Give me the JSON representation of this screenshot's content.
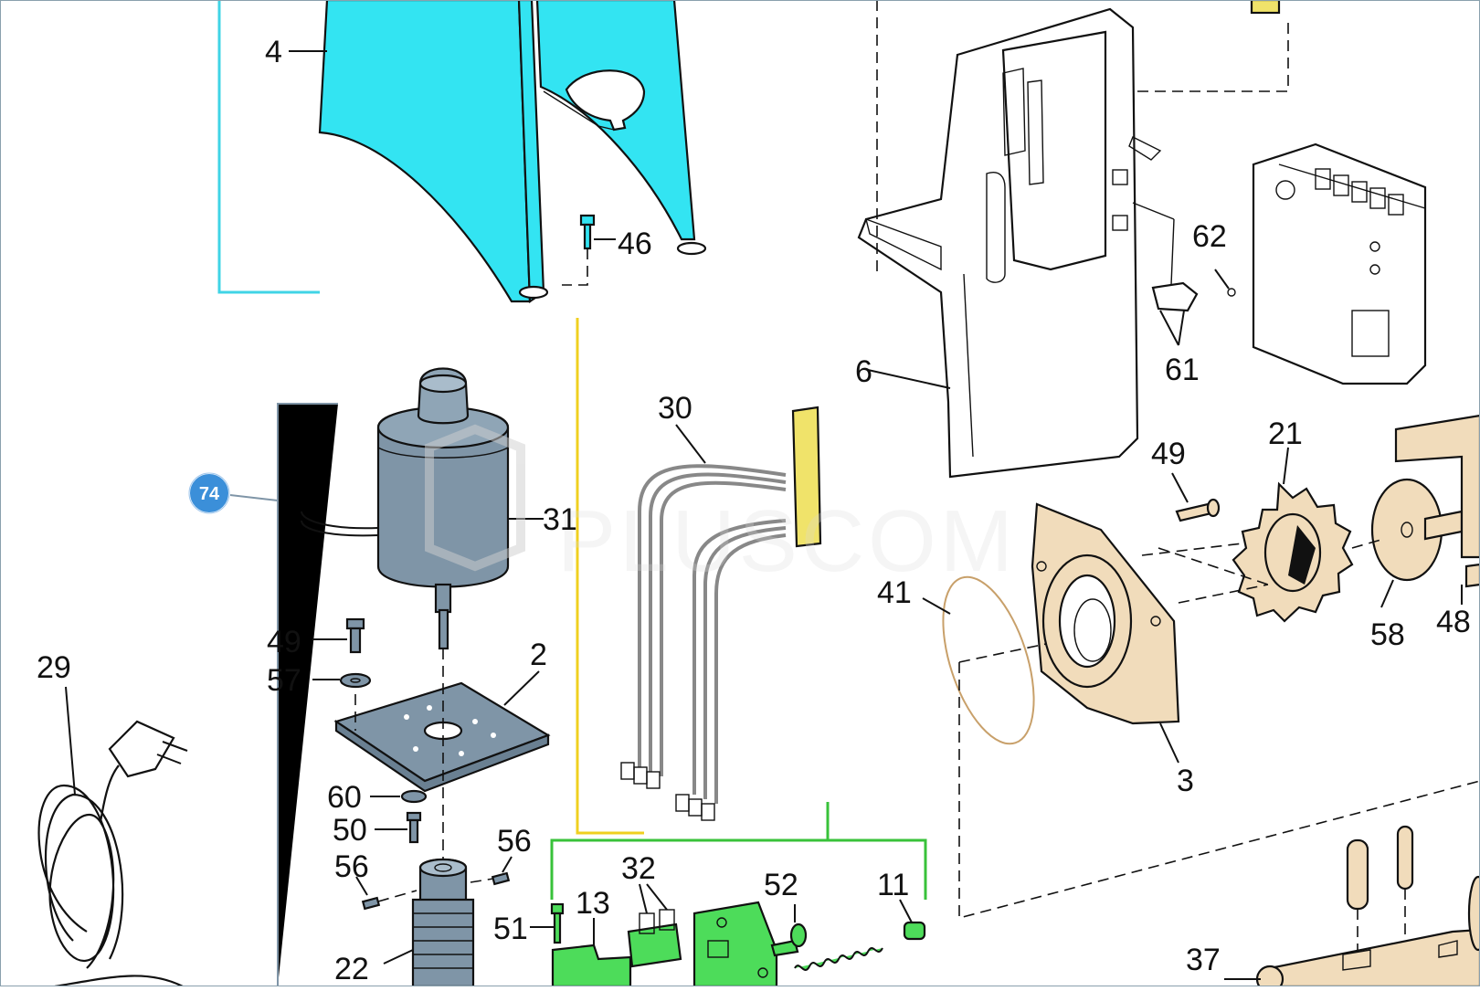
{
  "watermark": "PLUSCOM",
  "badge": {
    "label": "74",
    "color": "#3b8fd9"
  },
  "colors": {
    "cover": "#33e4f2",
    "motor": "#7f95a7",
    "plate": "#7f95a7",
    "bracket": "#f1dcbb",
    "gear": "#f1dcbb",
    "terminal": "#f0e36a",
    "pcb": "#4ddc5a",
    "cover_bracket_line": "#40d4e6",
    "wire_bracket_line": "#f0d020",
    "pcb_bracket_line": "#38c23a",
    "motor_bracket_line": "#7f95a7"
  },
  "callouts": [
    {
      "id": "4",
      "label": "4"
    },
    {
      "id": "46",
      "label": "46"
    },
    {
      "id": "6",
      "label": "6"
    },
    {
      "id": "62",
      "label": "62"
    },
    {
      "id": "61",
      "label": "61"
    },
    {
      "id": "30",
      "label": "30"
    },
    {
      "id": "31",
      "label": "31"
    },
    {
      "id": "49a",
      "label": "49"
    },
    {
      "id": "21",
      "label": "21"
    },
    {
      "id": "41",
      "label": "41"
    },
    {
      "id": "58",
      "label": "58"
    },
    {
      "id": "48",
      "label": "48"
    },
    {
      "id": "29",
      "label": "29"
    },
    {
      "id": "49b",
      "label": "49"
    },
    {
      "id": "2",
      "label": "2"
    },
    {
      "id": "57",
      "label": "57"
    },
    {
      "id": "3",
      "label": "3"
    },
    {
      "id": "60",
      "label": "60"
    },
    {
      "id": "50",
      "label": "50"
    },
    {
      "id": "56a",
      "label": "56"
    },
    {
      "id": "56b",
      "label": "56"
    },
    {
      "id": "32",
      "label": "32"
    },
    {
      "id": "13",
      "label": "13"
    },
    {
      "id": "52",
      "label": "52"
    },
    {
      "id": "11",
      "label": "11"
    },
    {
      "id": "51",
      "label": "51"
    },
    {
      "id": "22",
      "label": "22"
    },
    {
      "id": "37",
      "label": "37"
    }
  ]
}
